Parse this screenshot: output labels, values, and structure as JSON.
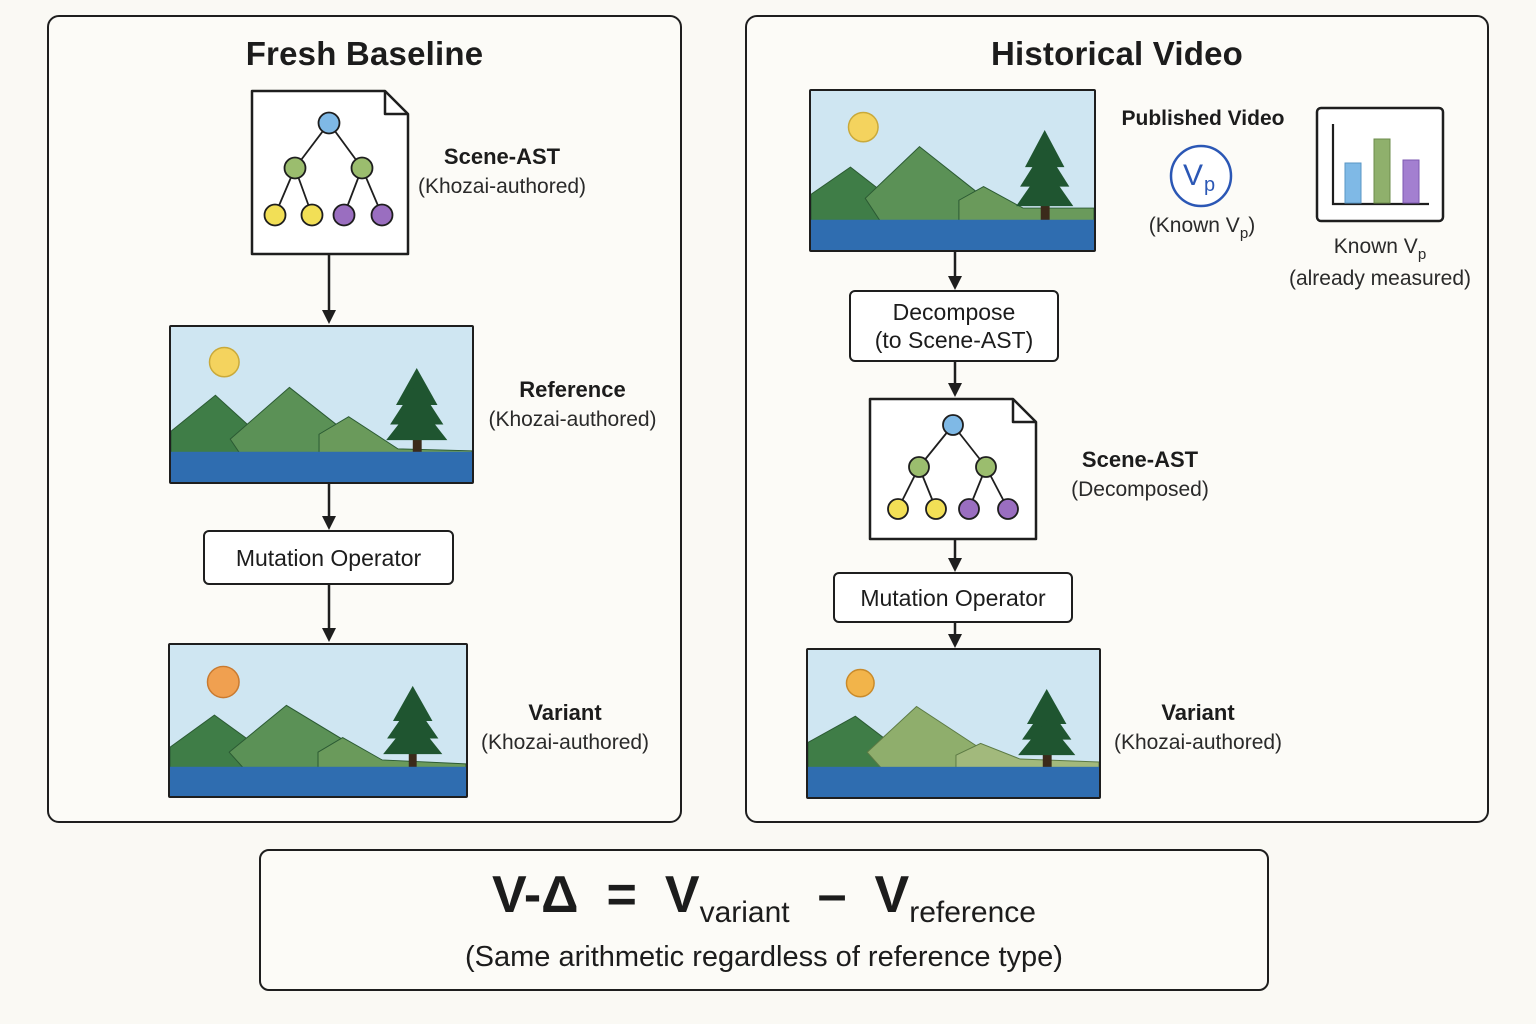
{
  "left_panel": {
    "title": "Fresh Baseline",
    "scene_ast": {
      "title": "Scene-AST",
      "subtitle": "(Khozai-authored)"
    },
    "reference": {
      "title": "Reference",
      "subtitle": "(Khozai-authored)"
    },
    "mutation": "Mutation Operator",
    "variant": {
      "title": "Variant",
      "subtitle": "(Khozai-authored)"
    }
  },
  "right_panel": {
    "title": "Historical Video",
    "published": {
      "title": "Published Video",
      "badge_main": "V",
      "badge_sub": "p",
      "caption_prefix": "(Known V",
      "caption_sub": "p",
      "caption_suffix": ")"
    },
    "known": {
      "line1_prefix": "Known V",
      "line1_sub": "p",
      "line2": "(already measured)"
    },
    "decompose": {
      "line1": "Decompose",
      "line2": "(to Scene-AST)"
    },
    "scene_ast": {
      "title": "Scene-AST",
      "subtitle": "(Decomposed)"
    },
    "mutation": "Mutation Operator",
    "variant": {
      "title": "Variant",
      "subtitle": "(Khozai-authored)"
    }
  },
  "formula": {
    "lhs": "V-Δ",
    "eq": "=",
    "v1": "V",
    "v1_sub": "variant",
    "minus": "–",
    "v2": "V",
    "v2_sub": "reference",
    "caption": "(Same arithmetic regardless of reference type)"
  },
  "colors": {
    "sky": "#cfe6f2",
    "water": "#2f6db0",
    "mountain_dark": "#3f7d47",
    "mountain_mid": "#5b9156",
    "mountain_light": "#8fae6c",
    "tree": "#1f5530",
    "sun_yellow": "#f4d35e",
    "sun_orange": "#f0a050",
    "node_blue": "#7fb9e6",
    "node_green": "#9bbd6e",
    "node_yellow": "#f2df56",
    "node_purple": "#9a6ec0",
    "badge_blue": "#2b57b5"
  }
}
